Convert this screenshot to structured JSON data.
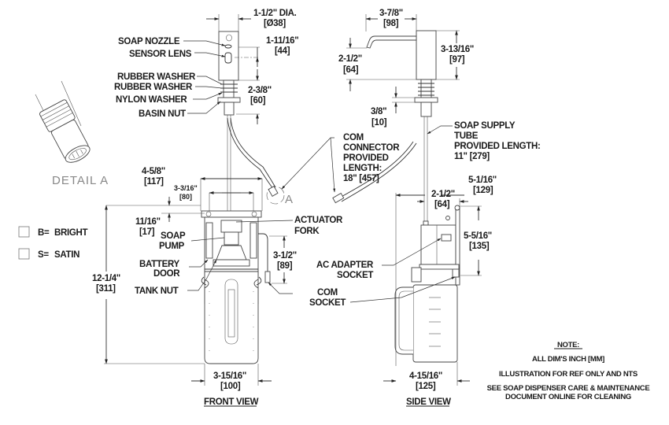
{
  "front_view": {
    "title": "FRONT VIEW",
    "callouts": {
      "soap_nozzle": "SOAP NOZZLE",
      "sensor_lens": "SENSOR LENS",
      "rubber_washer_1": "RUBBER WASHER",
      "rubber_washer_2": "RUBBER WASHER",
      "nylon_washer": "NYLON WASHER",
      "basin_nut": "BASIN NUT",
      "actuator_fork_1": "ACTUATOR",
      "actuator_fork_2": "FORK",
      "soap_pump_1": "SOAP",
      "soap_pump_2": "PUMP",
      "battery_door_1": "BATTERY",
      "battery_door_2": "DOOR",
      "tank_nut": "TANK NUT",
      "com_socket_1": "COM",
      "com_socket_2": "SOCKET",
      "com_connector_1": "COM",
      "com_connector_2": "CONNECTOR",
      "com_connector_3": "PROVIDED",
      "com_connector_4": "LENGTH:",
      "com_connector_5": "18\" [457]",
      "detail_marker": "A"
    },
    "dimensions": {
      "head_diameter": {
        "in": "1-1/2\" DIA.",
        "mm": "[Ø38]"
      },
      "sensor_height": {
        "in": "1-11/16\"",
        "mm": "[44]"
      },
      "washer_height": {
        "in": "2-3/8\"",
        "mm": "[60]"
      },
      "bracket_width": {
        "in": "4-5/8\"",
        "mm": "[117]"
      },
      "hole_spacing": {
        "in": "3-3/16\"",
        "mm": "[80]"
      },
      "bracket_offset": {
        "in": "11/16\"",
        "mm": "[17]"
      },
      "com_height": {
        "in": "3-1/2\"",
        "mm": "[89]"
      },
      "overall_height": {
        "in": "12-1/4\"",
        "mm": "[311]"
      },
      "tank_width": {
        "in": "3-15/16\"",
        "mm": "[100]"
      }
    }
  },
  "side_view": {
    "title": "SIDE VIEW",
    "callouts": {
      "soap_supply_1": "SOAP SUPPLY",
      "soap_supply_2": "TUBE",
      "soap_supply_3": "PROVIDED LENGTH:",
      "soap_supply_4": "11\" [279]",
      "ac_adapter_1": "AC ADAPTER",
      "ac_adapter_2": "SOCKET"
    },
    "dimensions": {
      "spout_reach": {
        "in": "3-7/8\"",
        "mm": "[98]"
      },
      "spout_height": {
        "in": "2-1/2\"",
        "mm": "[64]"
      },
      "head_height": {
        "in": "3-13/16\"",
        "mm": "[97]"
      },
      "nut_height": {
        "in": "3/8\"",
        "mm": "[10]"
      },
      "unit_depth": {
        "in": "5-1/16\"",
        "mm": "[129]"
      },
      "pump_offset": {
        "in": "2-1/2\"",
        "mm": "[64]"
      },
      "pump_height": {
        "in": "5-5/16\"",
        "mm": "[135]"
      },
      "tank_depth": {
        "in": "4-15/16\"",
        "mm": "[125]"
      }
    }
  },
  "detail": {
    "title": "DETAIL A"
  },
  "finish_options": [
    {
      "code": "B=",
      "label": "BRIGHT",
      "checked": false
    },
    {
      "code": "S=",
      "label": "SATIN",
      "checked": false
    }
  ],
  "note": {
    "title": "NOTE:",
    "lines": [
      "ALL DIM'S INCH [MM]",
      "ILLUSTRATION FOR REF ONLY AND NTS",
      "SEE SOAP DISPENSER CARE & MAINTENANCE",
      "DOCUMENT ONLINE FOR CLEANING"
    ]
  }
}
